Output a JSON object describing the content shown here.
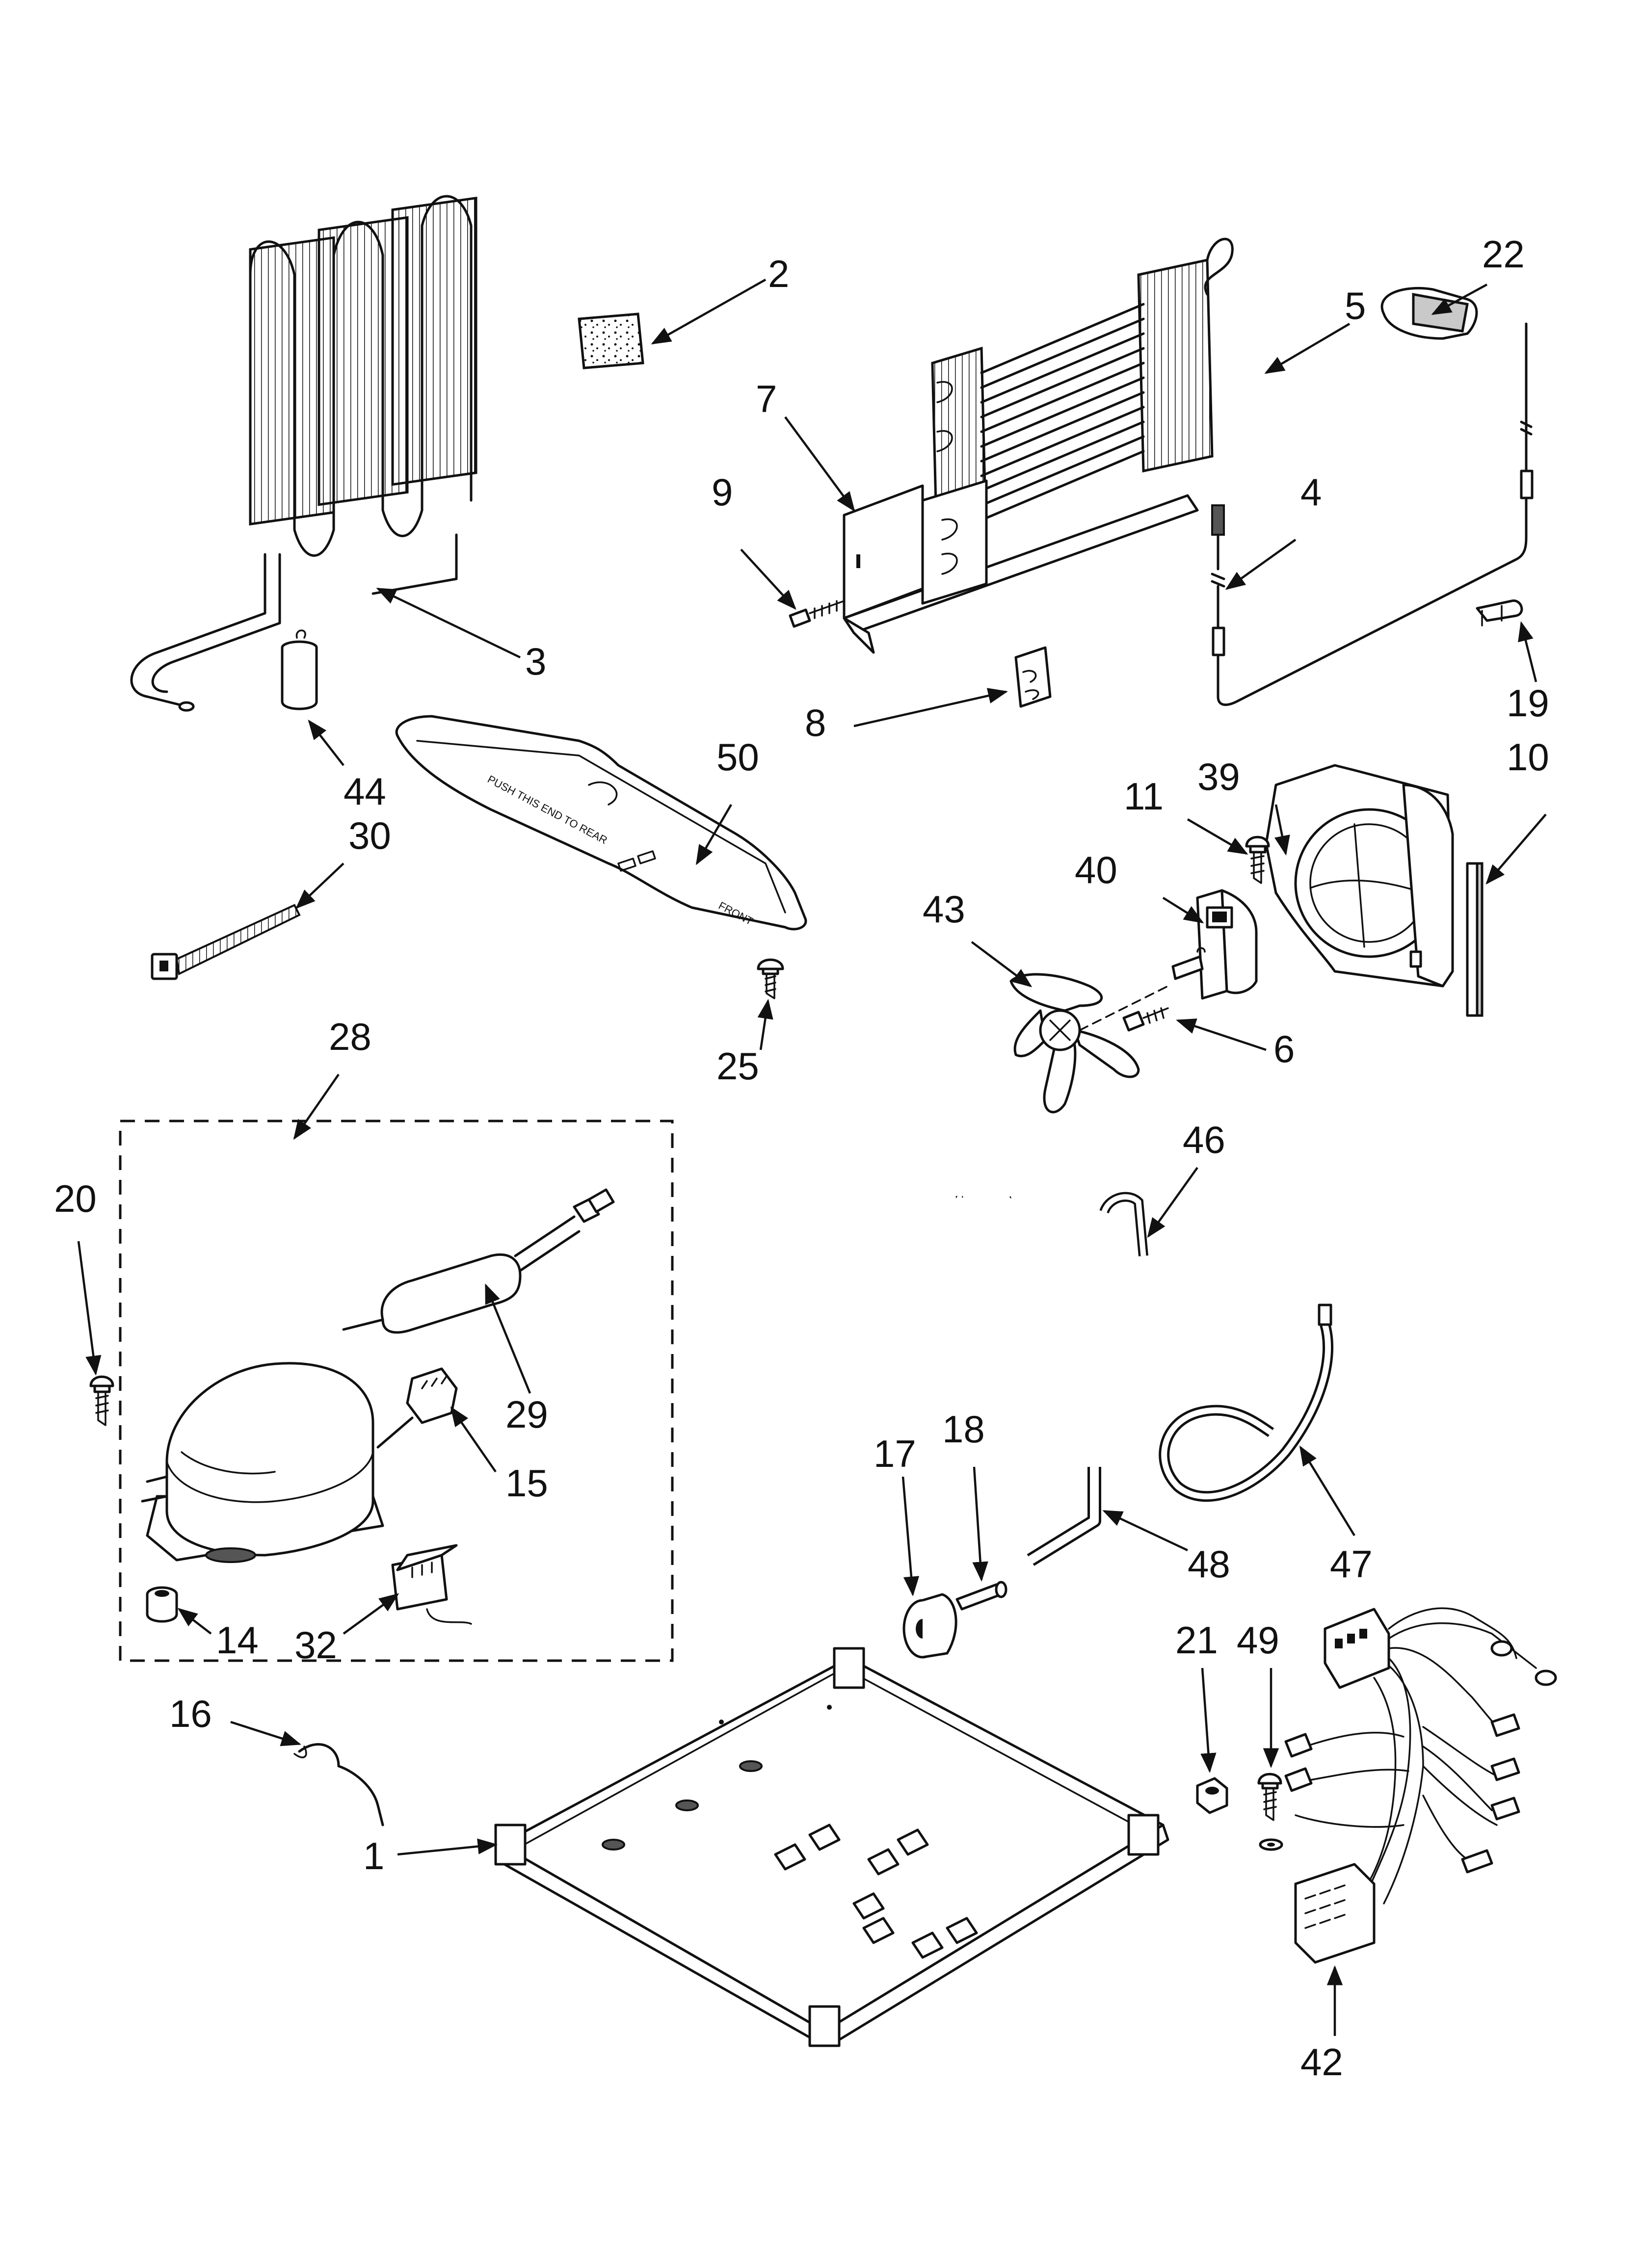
{
  "diagram": {
    "callouts": [
      "1",
      "2",
      "3",
      "4",
      "5",
      "6",
      "7",
      "8",
      "9",
      "10",
      "11",
      "14",
      "15",
      "16",
      "17",
      "18",
      "19",
      "20",
      "21",
      "22",
      "25",
      "28",
      "29",
      "30",
      "32",
      "39",
      "40",
      "42",
      "43",
      "44",
      "46",
      "47",
      "48",
      "49",
      "50"
    ],
    "drain_pan_markings": [
      "PUSH THIS END TO REAR",
      "FRONT"
    ]
  }
}
